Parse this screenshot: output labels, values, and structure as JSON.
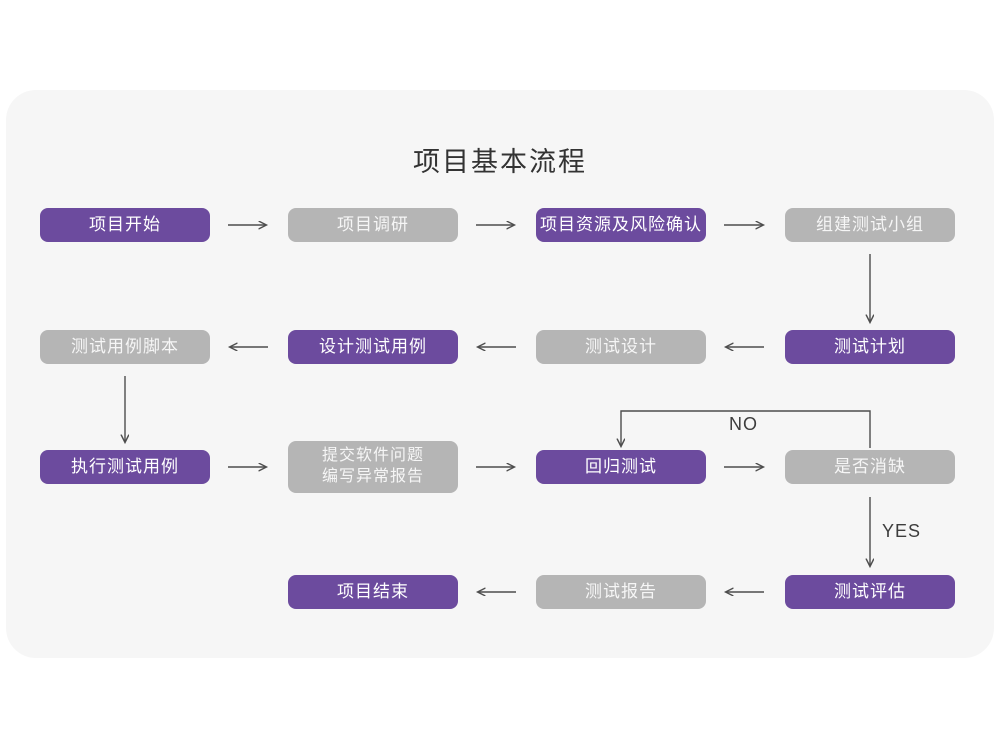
{
  "page": {
    "title": "项目基本流程"
  },
  "colors": {
    "node_purple": "#6C4B9E",
    "node_gray": "#B5B5B5",
    "card_bg": "#F6F6F6",
    "arrow": "#4D4D4D",
    "title_text": "#333333"
  },
  "nodes": {
    "start": {
      "label": "项目开始",
      "variant": "purple"
    },
    "research": {
      "label": "项目调研",
      "variant": "gray"
    },
    "risk": {
      "label": "项目资源及风险确认",
      "variant": "purple"
    },
    "team": {
      "label": "组建测试小组",
      "variant": "gray"
    },
    "script": {
      "label": "测试用例脚本",
      "variant": "gray"
    },
    "design_case": {
      "label": "设计测试用例",
      "variant": "purple"
    },
    "test_design": {
      "label": "测试设计",
      "variant": "gray"
    },
    "plan": {
      "label": "测试计划",
      "variant": "purple"
    },
    "execute": {
      "label": "执行测试用例",
      "variant": "purple"
    },
    "issue": {
      "label1": "提交软件问题",
      "label2": "编写异常报告",
      "variant": "gray"
    },
    "regression": {
      "label": "回归测试",
      "variant": "purple"
    },
    "defect": {
      "label": "是否消缺",
      "variant": "gray"
    },
    "end": {
      "label": "项目结束",
      "variant": "purple"
    },
    "report": {
      "label": "测试报告",
      "variant": "gray"
    },
    "evaluate": {
      "label": "测试评估",
      "variant": "purple"
    }
  },
  "edge_labels": {
    "no": "NO",
    "yes": "YES"
  }
}
